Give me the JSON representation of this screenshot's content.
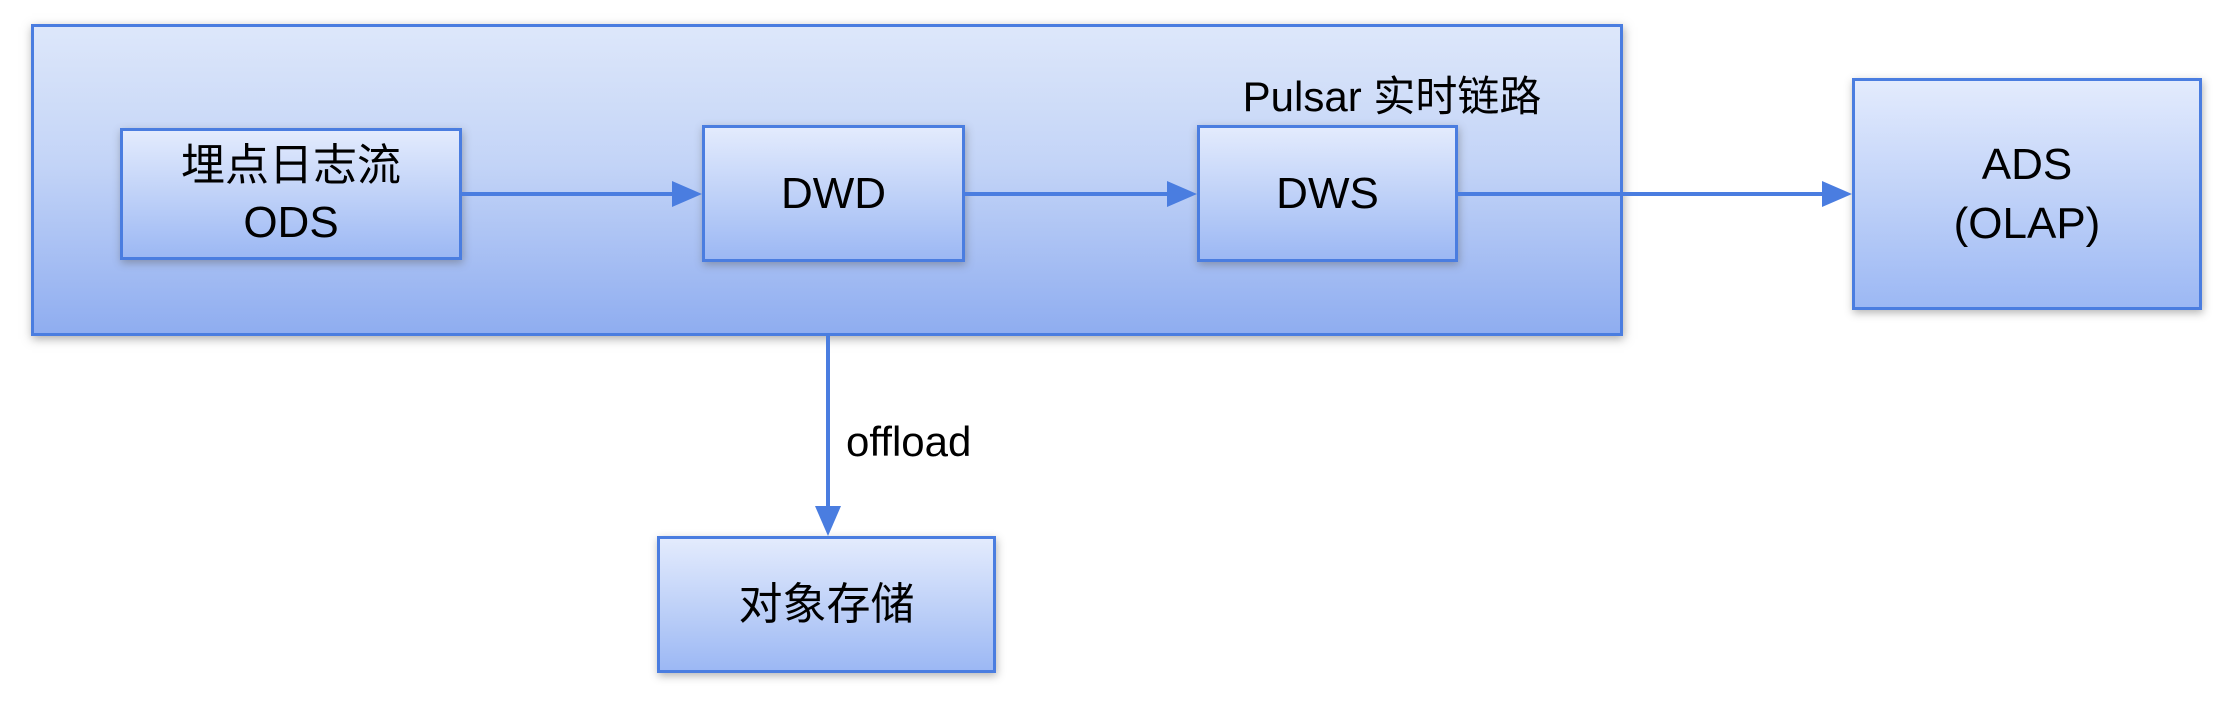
{
  "diagram": {
    "background": "#ffffff",
    "accent_color": "#4a7de0",
    "text_color": "#000000",
    "container": {
      "title": "Pulsar 实时链路",
      "fill_top": "#dde7fa",
      "fill_bottom": "#8fadf0"
    },
    "nodes": {
      "ods": {
        "line1": "埋点日志流",
        "line2": "ODS"
      },
      "dwd": {
        "label": "DWD"
      },
      "dws": {
        "label": "DWS"
      },
      "ads": {
        "line1": "ADS",
        "line2": "(OLAP)"
      },
      "object_storage": {
        "label": "对象存储"
      }
    },
    "edges": {
      "offload_label": "offload"
    }
  }
}
